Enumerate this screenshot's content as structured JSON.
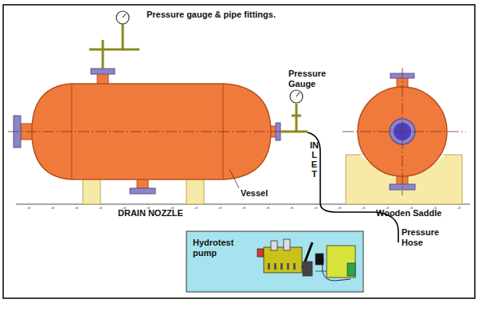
{
  "diagram": {
    "nodes": [
      {
        "text": [
          "Hydrotest pump"
        ]
      }
    ],
    "labels": [
      "Pressure gauge & pipe fittings.",
      "Pressure Gauge",
      "INLET",
      "Vessel",
      "DRAIN NOZZLE",
      "Wooden Saddle",
      "Pressure Hose"
    ]
  }
}
